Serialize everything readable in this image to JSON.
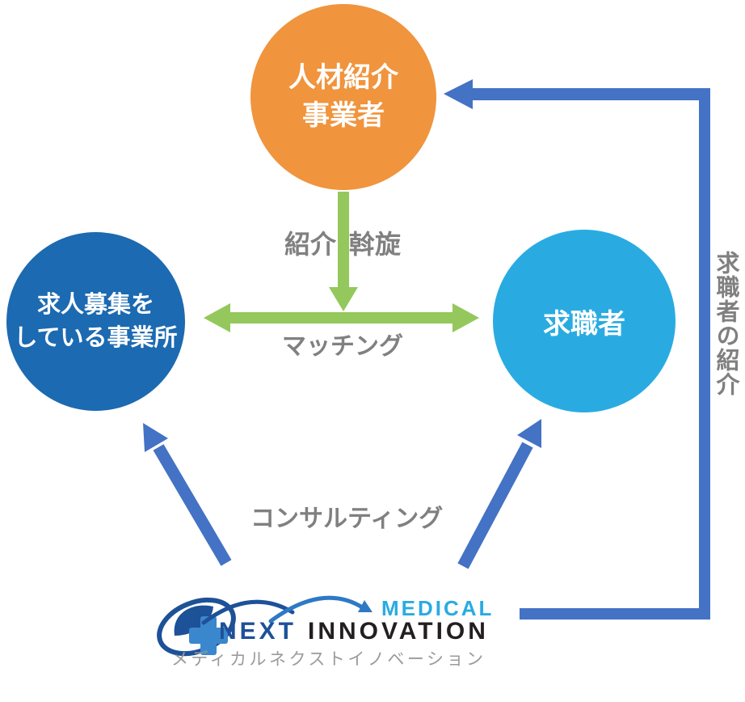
{
  "diagram": {
    "nodes": {
      "agency": {
        "label": "人材紹介\n事業者"
      },
      "employer": {
        "label": "求人募集を\nしている事業所"
      },
      "jobseeker": {
        "label": "求職者"
      }
    },
    "labels": {
      "referral": "紹介",
      "placement": "斡旋",
      "matching": "マッチング",
      "consulting": "コンサルティング",
      "jobseeker_referral": "求職者の紹介"
    }
  },
  "logo": {
    "medical": "MEDICAL",
    "next": "NEXT",
    "innovation": "INNOVATION",
    "katakana": "メディカルネクストイノベーション"
  },
  "colors": {
    "agency_orange": "#F0943D",
    "employer_blue": "#1C6AB1",
    "jobseeker_blue": "#29ABE2",
    "green_arrow": "#94C85C",
    "blue_arrow": "#4472C4",
    "label_gray": "#808080",
    "logo_navy": "#1D5198",
    "logo_dark": "#231F20",
    "logo_lightblue": "#29ABE2",
    "logo_cross_blue": "#3A87CE",
    "logo_swoosh_blue": "#2E79C4",
    "katakana_gray": "#9B9B9B"
  }
}
